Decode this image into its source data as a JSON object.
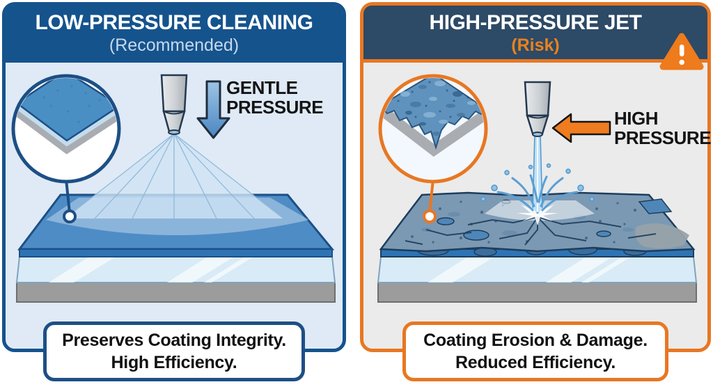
{
  "colors": {
    "left_border": "#15538d",
    "left_header_bg": "#15538d",
    "left_body_bg": "#dfeaf6",
    "right_border": "#e87722",
    "right_header_bg": "#2d4a66",
    "right_body_bg": "#ebebeb",
    "risk_orange": "#e8821e",
    "panel_blue": "#4e8cc6",
    "damaged_surface": "#7b99b3"
  },
  "icons": {
    "warning": "exclamation-triangle-icon",
    "gentle_arrow": "arrow-down-icon",
    "high_arrow": "arrow-left-icon",
    "left_inset": "smooth-coating-magnifier",
    "right_inset": "eroded-coating-magnifier"
  },
  "left_panel": {
    "title": "LOW-PRESSURE CLEANING",
    "subtitle": "(Recommended)",
    "pressure_label": [
      "GENTLE",
      "PRESSURE"
    ],
    "caption": [
      "Preserves Coating Integrity.",
      "High Efficiency."
    ]
  },
  "right_panel": {
    "title": "HIGH-PRESSURE JET",
    "subtitle": "(Risk)",
    "pressure_label": [
      "HIGH",
      "PRESSURE"
    ],
    "caption": [
      "Coating Erosion & Damage.",
      "Reduced Efficiency."
    ]
  }
}
